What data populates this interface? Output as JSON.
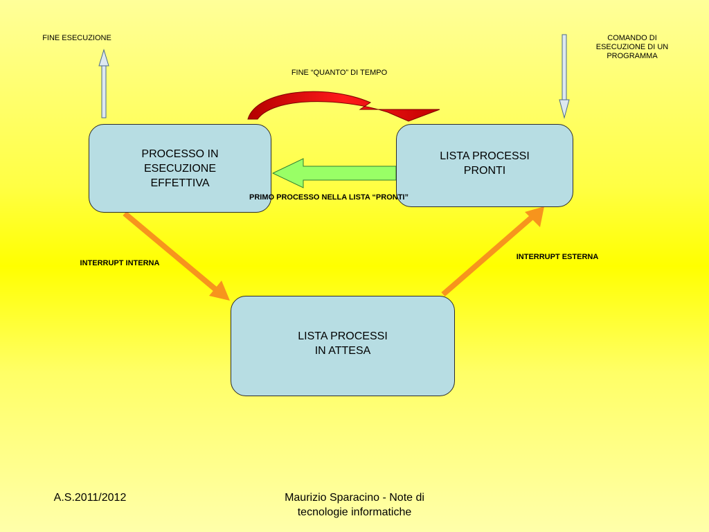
{
  "labels": {
    "fine_esecuzione": "FINE ESECUZIONE",
    "comando_esecuzione": "COMANDO DI\nESECUZIONE DI UN\nPROGRAMMA",
    "fine_quanto": "FINE “QUANTO” DI TEMPO",
    "primo_processo": "PRIMO PROCESSO NELLA LISTA “PRONTI”",
    "interrupt_interna": "INTERRUPT INTERNA",
    "interrupt_esterna": "INTERRUPT ESTERNA"
  },
  "boxes": {
    "esecuzione": "PROCESSO IN\nESECUZIONE\nEFFETTIVA",
    "pronti": "LISTA PROCESSI\nPRONTI",
    "attesa": "LISTA PROCESSI\nIN ATTESA"
  },
  "footer": {
    "year": "A.S.2011/2012",
    "author": "Maurizio Sparacino    -   Note di\ntecnologie informatiche"
  },
  "colors": {
    "box_fill": "#b7dde3",
    "orange_arrow": "#f7941d",
    "red_arrow": "#e00000",
    "green_arrow": "#99ff66",
    "outline_arrow": "#dde8f0"
  }
}
